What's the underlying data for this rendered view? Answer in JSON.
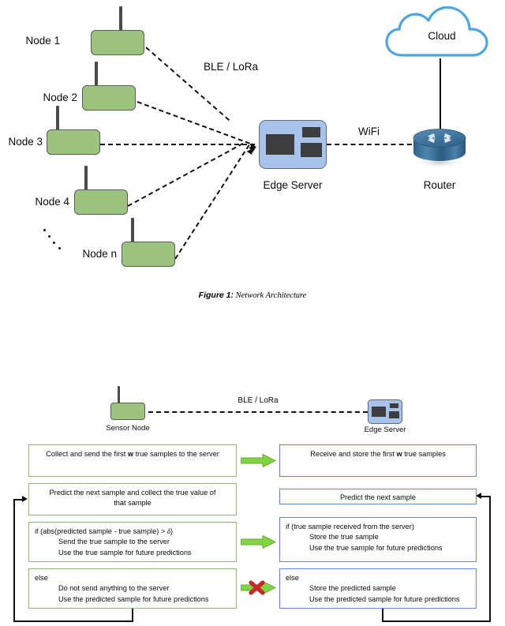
{
  "figure1": {
    "caption_number": "Figure 1:",
    "caption_text": " Network Architecture",
    "nodes": [
      {
        "label": "Node 1"
      },
      {
        "label": "Node 2"
      },
      {
        "label": "Node 3"
      },
      {
        "label": "Node 4"
      },
      {
        "label": "Node n"
      }
    ],
    "edge_server_label": "Edge Server",
    "router_label": "Router",
    "cloud_label": "Cloud",
    "link_ble_label": "BLE / LoRa",
    "link_wifi_label": "WiFi",
    "colors": {
      "node_fill": "#9cc47f",
      "node_stroke": "#5b5b5b",
      "server_fill": "#a8c2ea",
      "server_stroke": "#5b6b86",
      "server_screen": "#3d3d3d",
      "cloud_stroke": "#4da6e0",
      "router_top": "#4b7fa8",
      "router_body": "#3b6d96",
      "line": "#111111"
    }
  },
  "figure2": {
    "sensor_node_label": "Sensor Node",
    "edge_server_label": "Edge Server",
    "link_ble_label": "BLE / LoRa",
    "left_column": [
      {
        "id": "collect-send",
        "align": "center",
        "lines": [
          {
            "text_before": "Collect and send the first ",
            "bold": "w",
            "text_after": " true samples to the server"
          }
        ]
      },
      {
        "id": "predict-collect",
        "align": "center",
        "lines": [
          {
            "text": "Predict the next sample and collect the true value of"
          },
          {
            "text": "that sample"
          }
        ]
      },
      {
        "id": "if-block",
        "align": "left",
        "lines": [
          {
            "text_before": "if (abs(predicted sample - true sample) > ",
            "delta": "δ",
            "text_after": ")"
          },
          {
            "text": "Send the true sample to the server",
            "indent": true
          },
          {
            "text": "Use the true sample for future predictions",
            "indent": true
          }
        ]
      },
      {
        "id": "else-block",
        "align": "left",
        "lines": [
          {
            "text": "else"
          },
          {
            "text": "Do not send anything to the server",
            "indent": true
          },
          {
            "text": "Use the predicted sample for future predictions",
            "indent": true
          }
        ]
      }
    ],
    "right_column": [
      {
        "id": "receive-store",
        "align": "center",
        "lines": [
          {
            "text_before": "Receive and store the first ",
            "bold": "w",
            "text_after": " true samples"
          }
        ]
      },
      {
        "id": "predict-next",
        "align": "center",
        "lines": [
          {
            "text": "Predict the next sample"
          }
        ]
      },
      {
        "id": "if-block-server",
        "align": "left",
        "lines": [
          {
            "text": "if (true sample received from the server)"
          },
          {
            "text": "Store the true sample",
            "indent": true
          },
          {
            "text": "Use the true sample for future predictions",
            "indent": true
          }
        ]
      },
      {
        "id": "else-block-server",
        "align": "left",
        "lines": [
          {
            "text": "else"
          },
          {
            "text": "Store the predicted sample",
            "indent": true
          },
          {
            "text": "Use the predicted sample for future predictions",
            "indent": true
          }
        ]
      }
    ],
    "transfer_arrows": [
      {
        "id": "arrow-1",
        "blocked": false
      },
      {
        "id": "arrow-2",
        "blocked": false
      },
      {
        "id": "arrow-3",
        "blocked": true
      }
    ],
    "colors": {
      "green_arrow_fill": "#7fd344",
      "green_arrow_stroke": "#6aa832",
      "red_x": "#c8282a",
      "green_box_border": "#8db96f",
      "blue_box_border": "#5b8ed6"
    }
  }
}
